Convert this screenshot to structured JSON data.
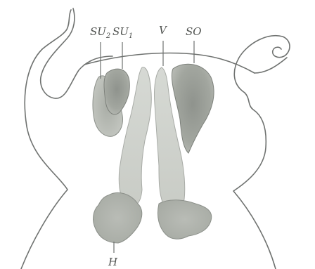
{
  "labels": {
    "su2": {
      "base": "SU",
      "sub": "2"
    },
    "su1": {
      "base": "SU",
      "sub": "1"
    },
    "v": "V",
    "so": "SO",
    "h": "H"
  },
  "colors": {
    "outline": "#6f7270",
    "organ_light": "#d2d5d1",
    "organ_dark": "#9da19b",
    "background": "#ffffff",
    "label": "#505350"
  }
}
